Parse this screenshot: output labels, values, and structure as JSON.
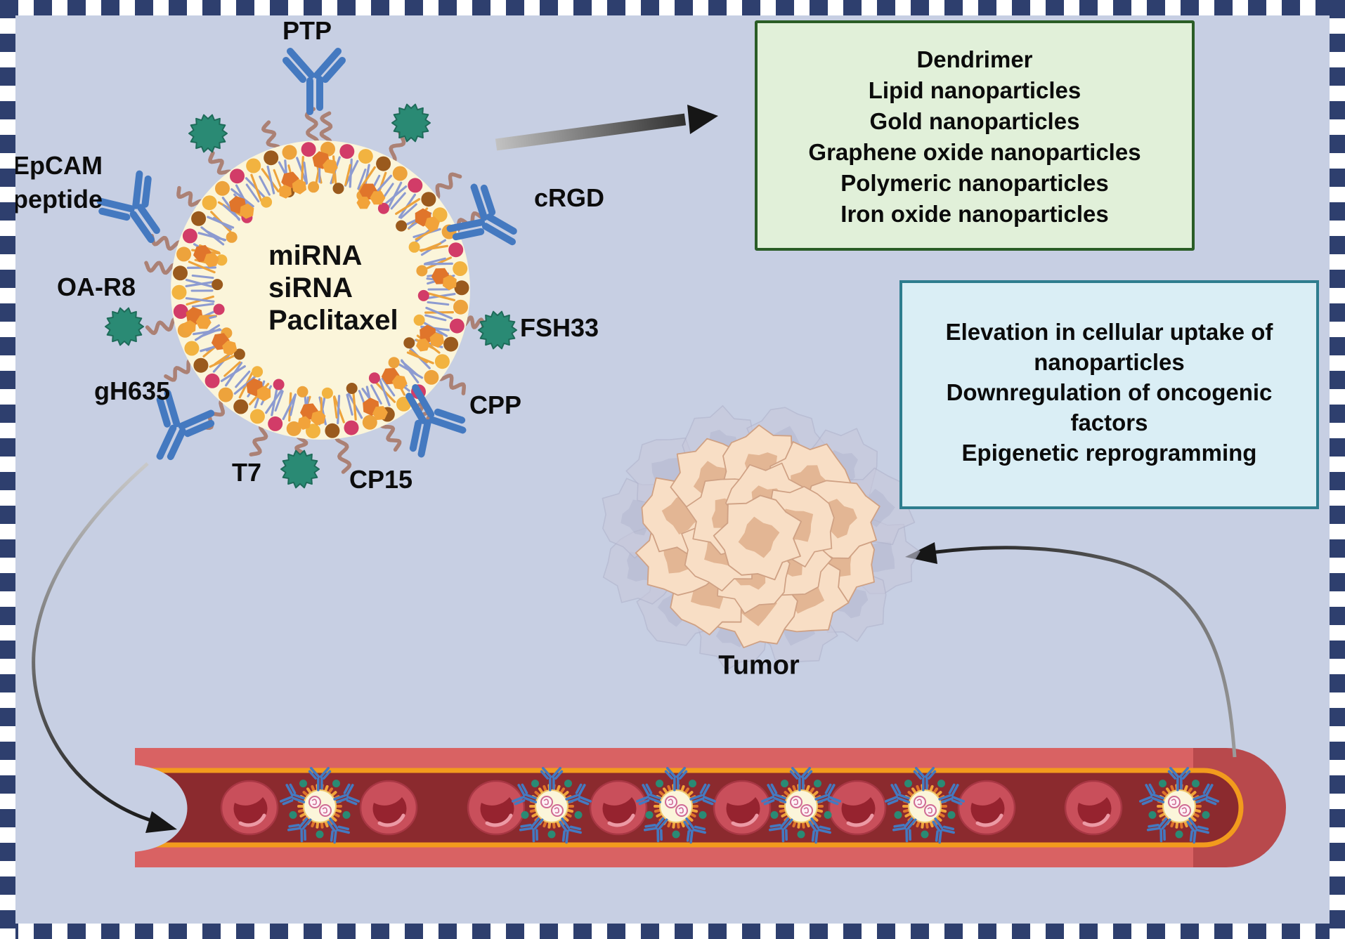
{
  "figure": {
    "type": "nanoparticle-drug-delivery-diagram"
  },
  "nanoparticle": {
    "cargo": [
      "miRNA",
      "siRNA",
      "Paclitaxel"
    ],
    "ligands": [
      {
        "id": "ptp",
        "label": "PTP",
        "kind": "antibody"
      },
      {
        "id": "epcam",
        "label": "EpCAM peptide",
        "kind": "antibody"
      },
      {
        "id": "oa-r8",
        "label": "OA-R8",
        "kind": "peg-chain"
      },
      {
        "id": "gh635",
        "label": "gH635",
        "kind": "antibody"
      },
      {
        "id": "t7",
        "label": "T7",
        "kind": "aptamer"
      },
      {
        "id": "cp15",
        "label": "CP15",
        "kind": "antibody"
      },
      {
        "id": "cpp",
        "label": "CPP",
        "kind": "peg-chain"
      },
      {
        "id": "fsh33",
        "label": "FSH33",
        "kind": "aptamer"
      },
      {
        "id": "crgd",
        "label": "cRGD",
        "kind": "antibody"
      }
    ]
  },
  "carrier_box": {
    "items": [
      "Dendrimer",
      "Lipid nanoparticles",
      "Gold nanoparticles",
      "Graphene oxide nanoparticles",
      "Polymeric nanoparticles",
      "Iron oxide nanoparticles"
    ]
  },
  "effects_box": {
    "items": [
      "Elevation in cellular uptake of nanoparticles",
      "Downregulation of oncogenic factors",
      "Epigenetic reprogramming"
    ]
  },
  "tumor": {
    "label": "Tumor"
  },
  "vessel": {
    "red_blood_cell_x": [
      355,
      553,
      706,
      880,
      1056,
      1220,
      1404,
      1556
    ],
    "nanoparticle_x": [
      455,
      785,
      962,
      1140,
      1316,
      1678
    ]
  },
  "colors": {
    "canvas_bg": "#c7cfe3",
    "border_dash": "#2e3f6e",
    "carrier_box_fill": "#e1f0d9",
    "carrier_box_border": "#2a5d26",
    "effects_box_fill": "#daeef5",
    "effects_box_border": "#2e7d8e",
    "liposome_fill": "#fbf5da",
    "lipid_orange": "#eda33c",
    "lipid_gold": "#f2b340",
    "lipid_pink": "#d23c68",
    "lipid_brown": "#9a5a1d",
    "tail_blue": "#8d9bd0",
    "peg_brown": "#ab8175",
    "drug_dark": "#e0752b",
    "drug_light": "#f2a33a",
    "antibody_blue": "#4479c0",
    "aptamer_teal": "#2a8a74",
    "aptamer_teal_dark": "#1e6b59",
    "vessel_wall": "#d96263",
    "vessel_cap": "#b8494c",
    "vessel_membrane": "#f29b1d",
    "vessel_lumen": "#8b2a2e",
    "rbc_fill": "#c94f5b",
    "rbc_edge": "#a83744",
    "rbc_shade": "#96232f",
    "tumor_cell": "#f8dec5",
    "tumor_edge": "#cfa184",
    "tumor_nucleus": "#e3b694",
    "tumor_ghost": "#c8c9dc",
    "tumor_ghost_nucleus": "#b6b8cf",
    "arrow": "#161616",
    "text": "#0c0c0c"
  }
}
